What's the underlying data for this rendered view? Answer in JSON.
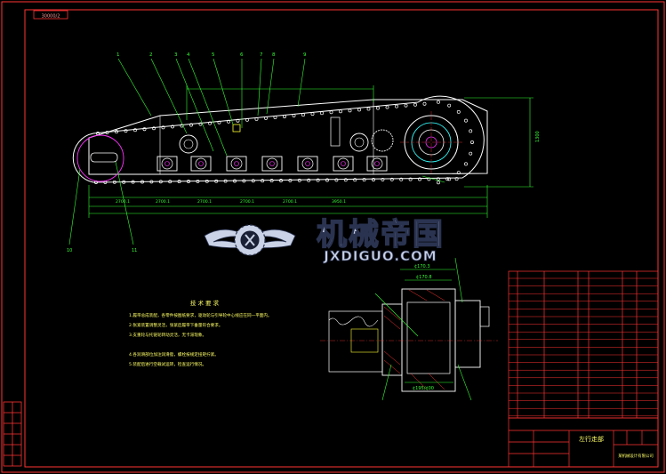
{
  "drawing": {
    "corner_tag": "30000/2",
    "balloons": [
      "1",
      "2",
      "3",
      "4",
      "5",
      "6",
      "7",
      "8",
      "9"
    ],
    "bottom_dims": [
      "2700.1",
      "2700.1",
      "2700.1",
      "2700.1",
      "2700.1",
      "3950.1"
    ],
    "overall_height": "1300",
    "section_dims": [
      "¢170.3",
      "¢170.8",
      "¢195/¢00"
    ],
    "notes_title": "技 术 要 求",
    "notes": [
      "1.履带总成装配，各零件按图纸要求，驱动轮与引导轮中心线应在同一平面内。",
      "2.张紧装置调整灵活，张紧后履带下垂量符合要求。",
      "3.支重轮与托链轮转动灵活，无卡滞现象。",
      "4.各润滑部位加注润滑脂，螺栓按规定扭矩拧紧。",
      "5.装配后进行空载试运转，检查运行情况。"
    ]
  },
  "watermark": {
    "brand": "机械帝国",
    "domain": "JXDIGUO.COM",
    "accent": "#c9d2e6",
    "shadow": "#2a3350"
  },
  "title_block": {
    "part_name": "左行走部",
    "company": "某机械设计有限公司"
  },
  "colors": {
    "frame": "#ff3333",
    "outline": "#ffffff",
    "dim": "#33ff33",
    "hidden": "#ffff33",
    "magenta": "#ff33ff",
    "cyan": "#33ffff"
  }
}
